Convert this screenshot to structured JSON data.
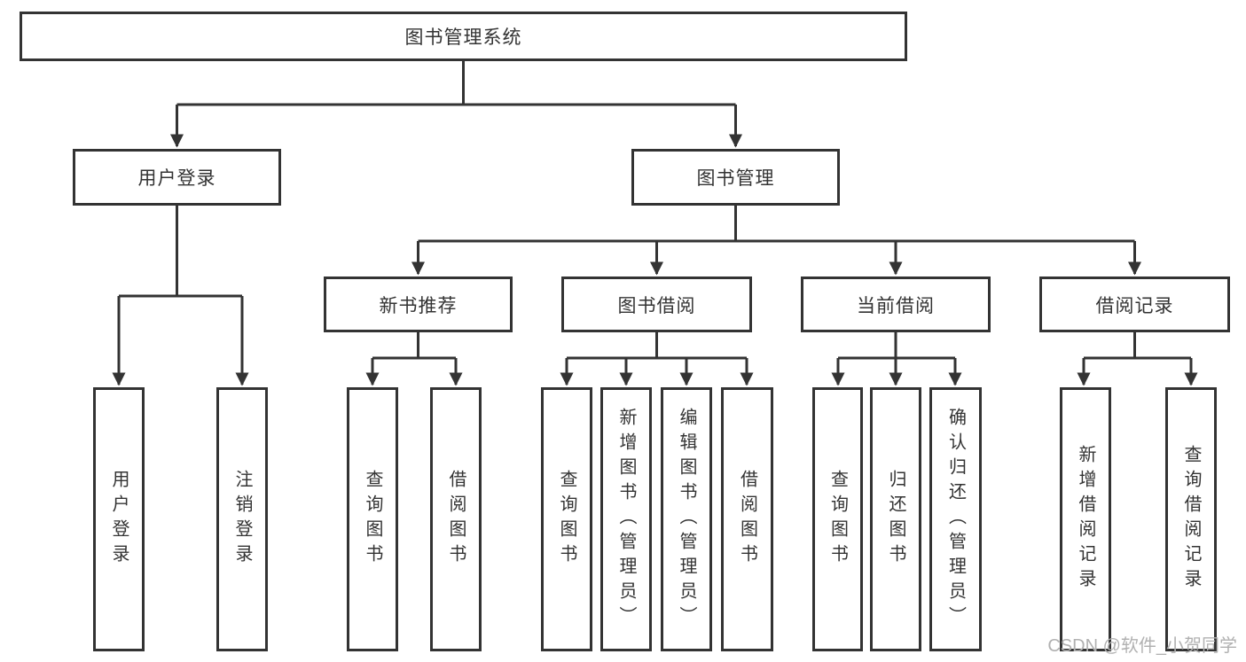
{
  "diagram": {
    "colors": {
      "line": "#333333",
      "text": "#333333",
      "watermark": "#b1b1b1",
      "background": "#ffffff"
    },
    "tree": {
      "label": "图书管理系统",
      "children": [
        {
          "label": "用户登录",
          "children": [
            {
              "label": "用户登录"
            },
            {
              "label": "注销登录"
            }
          ]
        },
        {
          "label": "图书管理",
          "children": [
            {
              "label": "新书推荐",
              "children": [
                {
                  "label": "查询图书"
                },
                {
                  "label": "借阅图书"
                }
              ]
            },
            {
              "label": "图书借阅",
              "children": [
                {
                  "label": "查询图书"
                },
                {
                  "label": "新增图书（管理员）"
                },
                {
                  "label": "编辑图书（管理员）"
                },
                {
                  "label": "借阅图书"
                }
              ]
            },
            {
              "label": "当前借阅",
              "children": [
                {
                  "label": "查询图书"
                },
                {
                  "label": "归还图书"
                },
                {
                  "label": "确认归还（管理员）"
                }
              ]
            },
            {
              "label": "借阅记录",
              "children": [
                {
                  "label": "新增借阅记录"
                },
                {
                  "label": "查询借阅记录"
                }
              ]
            }
          ]
        }
      ]
    },
    "watermark": "CSDN @软件_小贺同学"
  }
}
